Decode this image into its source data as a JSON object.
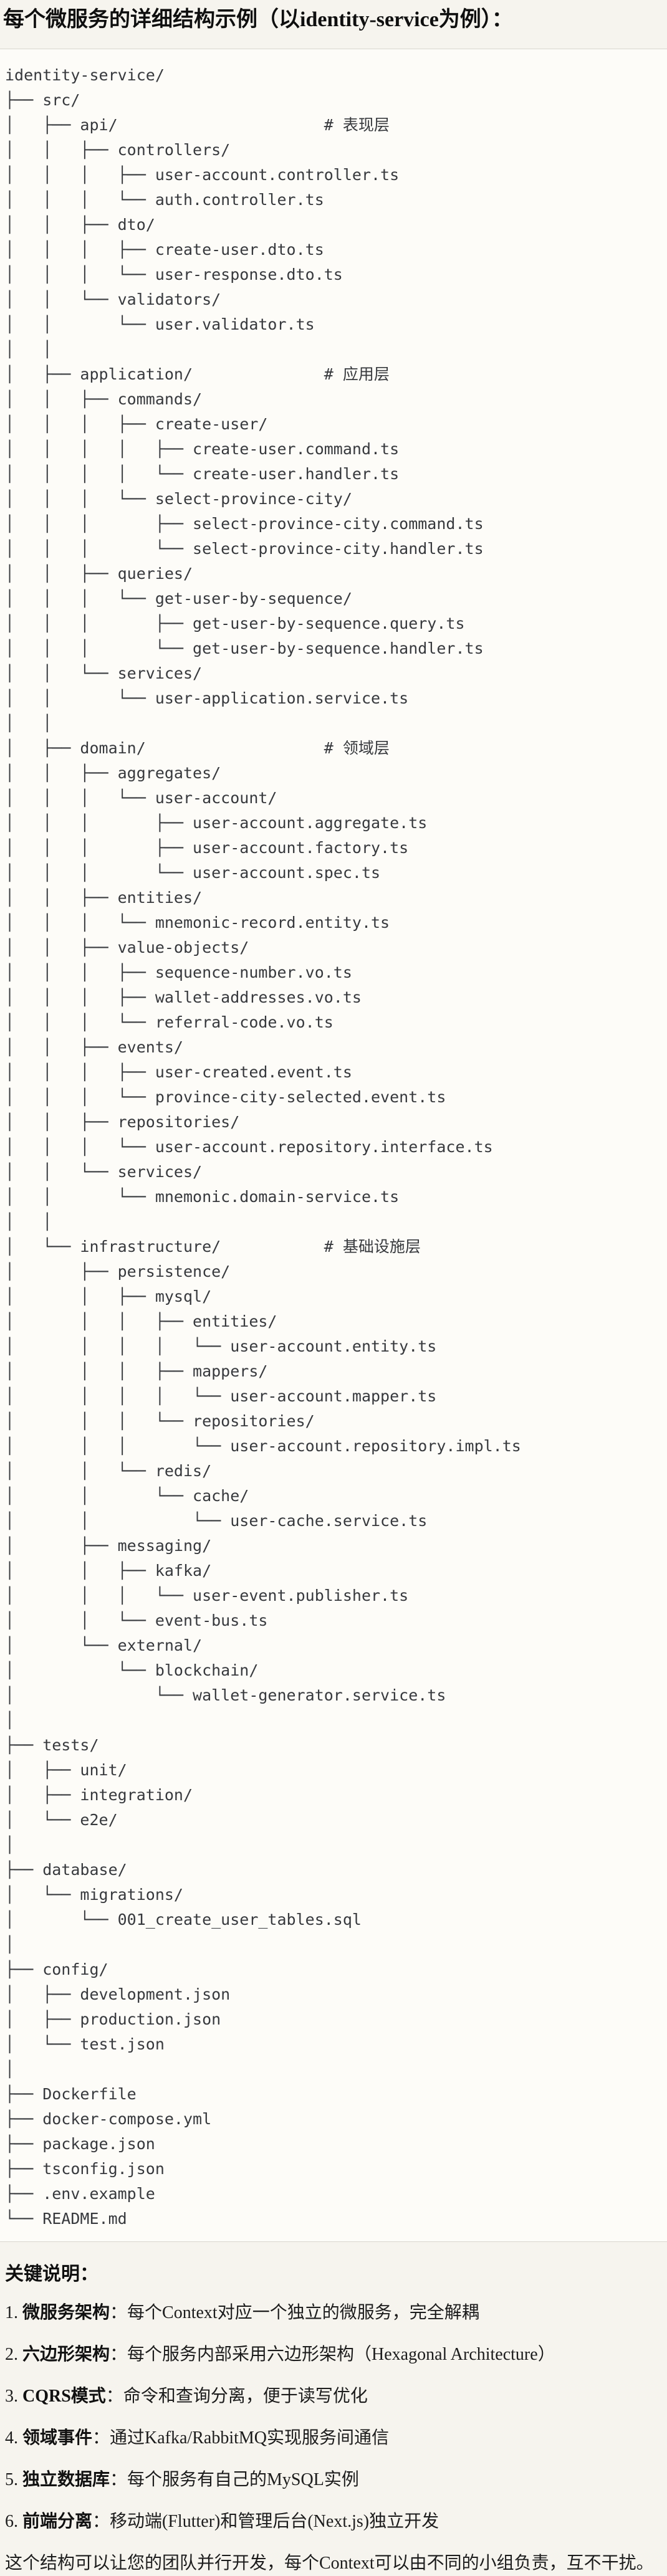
{
  "page": {
    "title": "每个微服务的详细结构示例（以identity-service为例）："
  },
  "theme": {
    "page_bg": "#f6f4ee",
    "code_bg": "#fdfcf8",
    "border": "#d9d6cf",
    "tree_text": "#37393d",
    "body_text": "#1c1c1c"
  },
  "tree": {
    "layer_comments": [
      "# 表现层",
      "# 应用层",
      "# 领域层",
      "# 基础设施层"
    ],
    "text": "identity-service/\n├── src/\n│   ├── api/                      # 表现层\n│   │   ├── controllers/\n│   │   │   ├── user-account.controller.ts\n│   │   │   └── auth.controller.ts\n│   │   ├── dto/\n│   │   │   ├── create-user.dto.ts\n│   │   │   └── user-response.dto.ts\n│   │   └── validators/\n│   │       └── user.validator.ts\n│   │\n│   ├── application/              # 应用层\n│   │   ├── commands/\n│   │   │   ├── create-user/\n│   │   │   │   ├── create-user.command.ts\n│   │   │   │   └── create-user.handler.ts\n│   │   │   └── select-province-city/\n│   │   │       ├── select-province-city.command.ts\n│   │   │       └── select-province-city.handler.ts\n│   │   ├── queries/\n│   │   │   └── get-user-by-sequence/\n│   │   │       ├── get-user-by-sequence.query.ts\n│   │   │       └── get-user-by-sequence.handler.ts\n│   │   └── services/\n│   │       └── user-application.service.ts\n│   │\n│   ├── domain/                   # 领域层\n│   │   ├── aggregates/\n│   │   │   └── user-account/\n│   │   │       ├── user-account.aggregate.ts\n│   │   │       ├── user-account.factory.ts\n│   │   │       └── user-account.spec.ts\n│   │   ├── entities/\n│   │   │   └── mnemonic-record.entity.ts\n│   │   ├── value-objects/\n│   │   │   ├── sequence-number.vo.ts\n│   │   │   ├── wallet-addresses.vo.ts\n│   │   │   └── referral-code.vo.ts\n│   │   ├── events/\n│   │   │   ├── user-created.event.ts\n│   │   │   └── province-city-selected.event.ts\n│   │   ├── repositories/\n│   │   │   └── user-account.repository.interface.ts\n│   │   └── services/\n│   │       └── mnemonic.domain-service.ts\n│   │\n│   └── infrastructure/           # 基础设施层\n│       ├── persistence/\n│       │   ├── mysql/\n│       │   │   ├── entities/\n│       │   │   │   └── user-account.entity.ts\n│       │   │   ├── mappers/\n│       │   │   │   └── user-account.mapper.ts\n│       │   │   └── repositories/\n│       │   │       └── user-account.repository.impl.ts\n│       │   └── redis/\n│       │       └── cache/\n│       │           └── user-cache.service.ts\n│       ├── messaging/\n│       │   ├── kafka/\n│       │   │   └── user-event.publisher.ts\n│       │   └── event-bus.ts\n│       └── external/\n│           └── blockchain/\n│               └── wallet-generator.service.ts\n│\n├── tests/\n│   ├── unit/\n│   ├── integration/\n│   └── e2e/\n│\n├── database/\n│   └── migrations/\n│       └── 001_create_user_tables.sql\n│\n├── config/\n│   ├── development.json\n│   ├── production.json\n│   └── test.json\n│\n├── Dockerfile\n├── docker-compose.yml\n├── package.json\n├── tsconfig.json\n├── .env.example\n└── README.md"
  },
  "notes": {
    "heading": "关键说明：",
    "items": [
      {
        "num": "1.",
        "term": "微服务架构",
        "colon": "：",
        "desc": "每个Context对应一个独立的微服务，完全解耦"
      },
      {
        "num": "2.",
        "term": "六边形架构",
        "colon": "：",
        "desc": "每个服务内部采用六边形架构（Hexagonal Architecture）"
      },
      {
        "num": "3.",
        "term": "CQRS模式",
        "colon": "：",
        "desc": "命令和查询分离，便于读写优化"
      },
      {
        "num": "4.",
        "term": "领域事件",
        "colon": "：",
        "desc": "通过Kafka/RabbitMQ实现服务间通信"
      },
      {
        "num": "5.",
        "term": "独立数据库",
        "colon": "：",
        "desc": "每个服务有自己的MySQL实例"
      },
      {
        "num": "6.",
        "term": "前端分离",
        "colon": "：",
        "desc": "移动端(Flutter)和管理后台(Next.js)独立开发"
      }
    ],
    "footer": "这个结构可以让您的团队并行开发，每个Context可以由不同的小组负责，互不干扰。"
  }
}
